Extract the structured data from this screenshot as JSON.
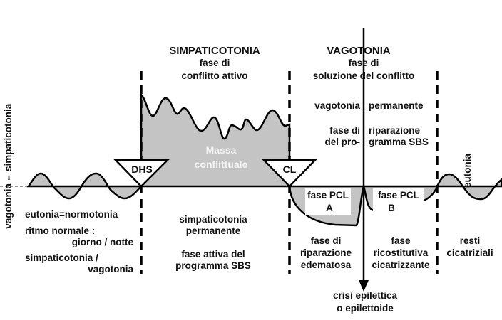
{
  "left_axis": {
    "vagotonia": "vagotonia",
    "arrow": "⇔",
    "simpaticotonia": "simpaticotonia"
  },
  "simpaticotonia_header": {
    "title": "SIMPATICOTONIA",
    "line1": "fase di",
    "line2": "conflitto attivo"
  },
  "vagotonia_header": {
    "title": "VAGOTONIA",
    "line1": "fase di",
    "line2": "soluzione del conflitto"
  },
  "markers": {
    "dhs": "DHS",
    "cl": "CL"
  },
  "massa": {
    "line1": "Massa",
    "line2": "conflittuale"
  },
  "eutonia_label": "eutonia",
  "left_notes": {
    "n1": "eutonia=normotonia",
    "n2a": "ritmo normale :",
    "n2b": "giorno / notte",
    "n3a": "simpaticotonia /",
    "n3b": "vagotonia"
  },
  "middle_notes": {
    "n1a": "simpaticotonia",
    "n1b": "permanente",
    "n2a": "fase attiva del",
    "n2b": "programma SBS"
  },
  "vago_notes": {
    "perm_left": "vagotonia",
    "perm_right": "permanente",
    "rip_l1": "fase di",
    "rip_l2": "del  pro-",
    "rip_r1": "riparazione",
    "rip_r2": "gramma SBS"
  },
  "pcl": {
    "a1": "fase PCL",
    "a2": "A",
    "b1": "fase PCL",
    "b2": "B"
  },
  "lower_notes": {
    "a1": "fase di",
    "a2": "riparazione",
    "a3": "edematosa",
    "b1": "fase",
    "b2": "ricostitutiva",
    "b3": "cicatrizzante",
    "r1": "resti",
    "r2": "cicatriziali"
  },
  "crisis": {
    "line1": "crisi epilettica",
    "line2": "o epilettoide"
  },
  "colors": {
    "fill": "#c4c4c4",
    "line": "#000000"
  }
}
